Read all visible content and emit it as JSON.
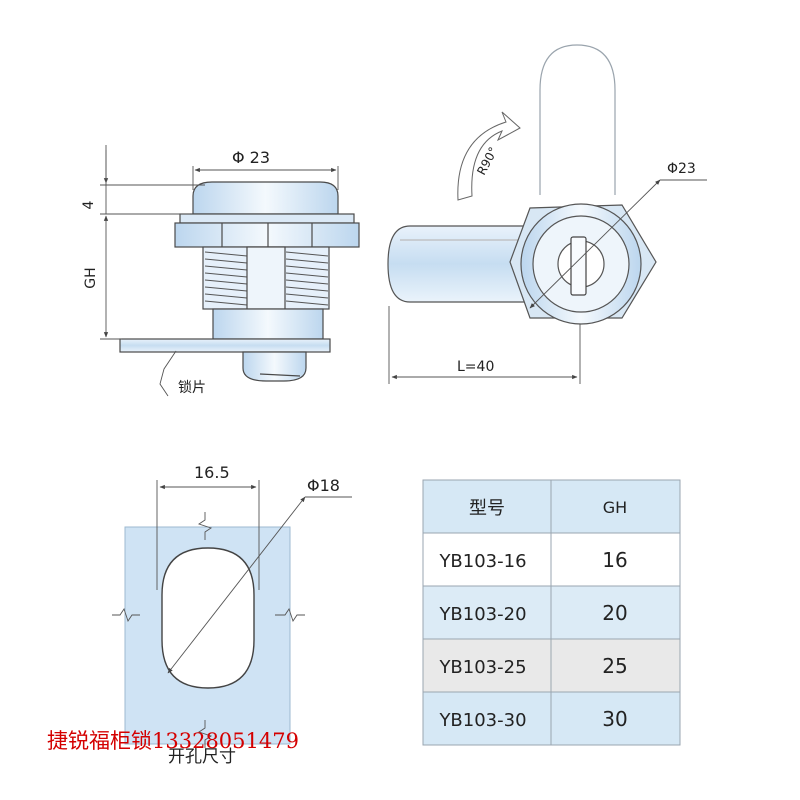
{
  "side_view": {
    "diameter_label": "Φ 23",
    "height_label": "4",
    "gh_label": "GH",
    "lock_plate_label": "锁片"
  },
  "rotated_view": {
    "rotation_label": "R90°",
    "diameter_label": "Φ23",
    "length_label": "L=40"
  },
  "cutout": {
    "width_label": "16.5",
    "diameter_label": "Φ18",
    "caption": "开孔尺寸"
  },
  "spec_table": {
    "headers": [
      "型号",
      "GH"
    ],
    "rows": [
      [
        "YB103-16",
        "16"
      ],
      [
        "YB103-20",
        "20"
      ],
      [
        "YB103-25",
        "25"
      ],
      [
        "YB103-30",
        "30"
      ]
    ]
  },
  "watermark": "捷锐福柜锁13328051479",
  "colors": {
    "part_fill": "#cfe3f4",
    "outline": "#4a4a4a",
    "table_header": "#d6e8f5",
    "table_row_alt": "#e9e9e9",
    "watermark": "#d40000"
  }
}
